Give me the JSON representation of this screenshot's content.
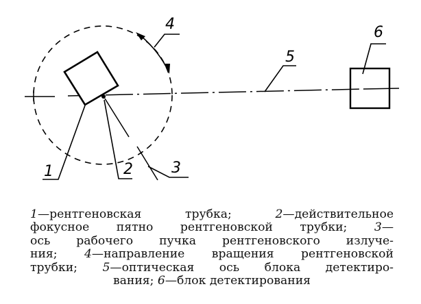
{
  "diagram": {
    "labels": {
      "l1": "1",
      "l2": "2",
      "l3": "3",
      "l4": "4",
      "l5": "5",
      "l6": "6"
    },
    "colors": {
      "ink": "#000000",
      "background": "#ffffff"
    }
  },
  "caption": {
    "lines": [
      {
        "num": "1",
        "text": "—рентгеновская трубка; ",
        "num2": "2",
        "text2": "—действительное"
      },
      {
        "text": "фокусное пятно рентгеновской трубки; ",
        "num2": "3",
        "text2": "—"
      },
      {
        "text": "ось рабочего пучка рентгеновского излуче-"
      },
      {
        "text": "ния; ",
        "num2": "4",
        "text2": "—направление вращения рентгеновской"
      },
      {
        "text": "трубки; ",
        "num2": "5",
        "text2": "—оптическая ось блока детектиро-"
      },
      {
        "text": "вания; ",
        "num2": "6",
        "text2": "—блок детектирования"
      }
    ]
  }
}
